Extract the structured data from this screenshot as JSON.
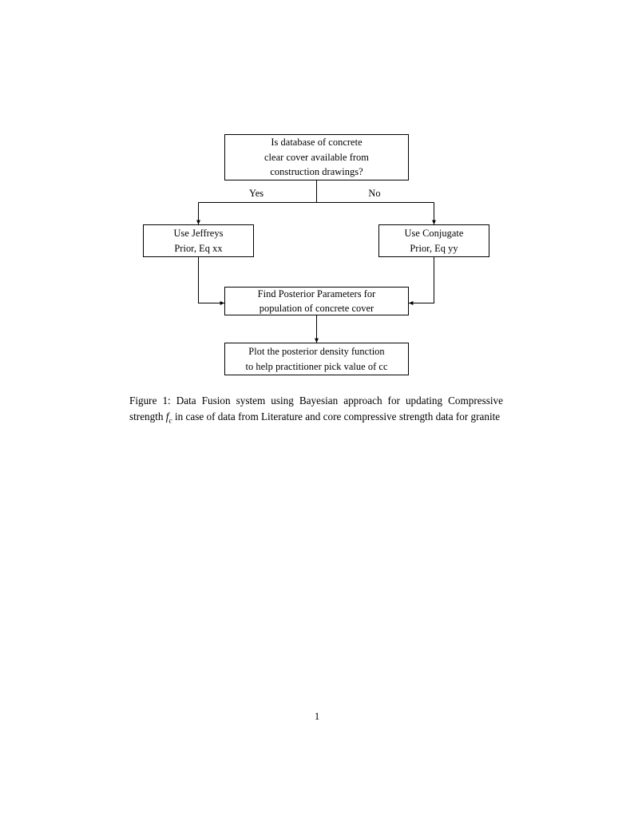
{
  "document": {
    "page_number": "1",
    "figure": {
      "caption_label": "Figure 1:",
      "caption_text_before_symbol": "Data Fusion system using Bayesian approach for updating Compressive strength",
      "caption_symbol": "f",
      "caption_symbol_subscript": "c",
      "caption_text_after_symbol": "in case of data from Literature and core compressive strength data for granite"
    }
  },
  "flowchart": {
    "nodes": [
      {
        "id": "question",
        "lines": [
          "Is database of concrete",
          "clear cover available from",
          "construction drawings?"
        ]
      },
      {
        "id": "jeffreys",
        "lines": [
          "Use Jeffreys",
          "Prior, Eq xx"
        ]
      },
      {
        "id": "conjugate",
        "lines": [
          "Use Conjugate",
          "Prior, Eq yy"
        ]
      },
      {
        "id": "posterior",
        "lines": [
          "Find Posterior Parameters for",
          "population of concrete cover"
        ]
      },
      {
        "id": "plot",
        "lines": [
          "Plot the posterior density function",
          "to help practitioner pick value of cc"
        ]
      }
    ],
    "edge_labels": {
      "yes": "Yes",
      "no": "No"
    },
    "colors": {
      "stroke": "#000000",
      "fill": "#ffffff",
      "text": "#000000"
    }
  }
}
